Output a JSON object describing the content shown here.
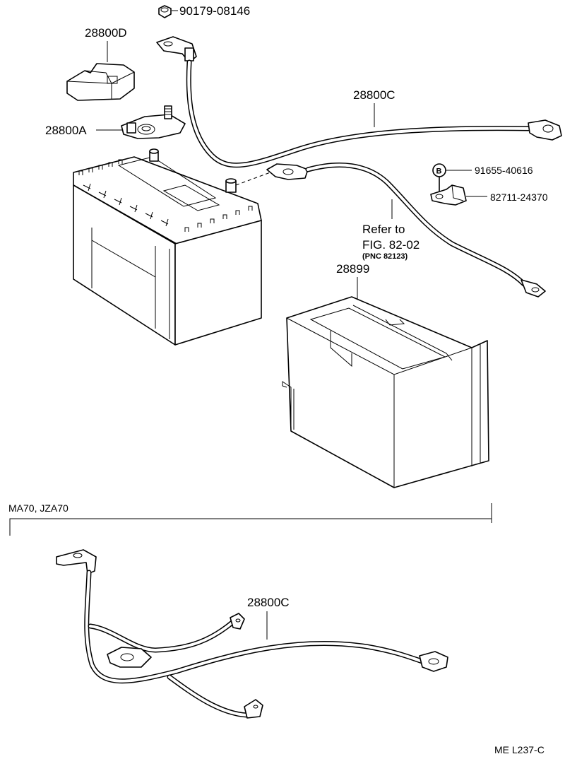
{
  "parts": {
    "nut": "90179-08146",
    "cover": "28800D",
    "clamp": "28800A",
    "cable_main": "28800C",
    "bolt": "91655-40616",
    "bolt_marker": "B",
    "bracket": "82711-24370",
    "tray": "28899",
    "cable_alt": "28800C"
  },
  "reference": {
    "line1": "Refer to",
    "line2": "FIG. 82-02",
    "line3": "(PNC 82123)"
  },
  "variant": {
    "label": "MA70, JZA70"
  },
  "footer": {
    "code": "ME  L237-C"
  }
}
